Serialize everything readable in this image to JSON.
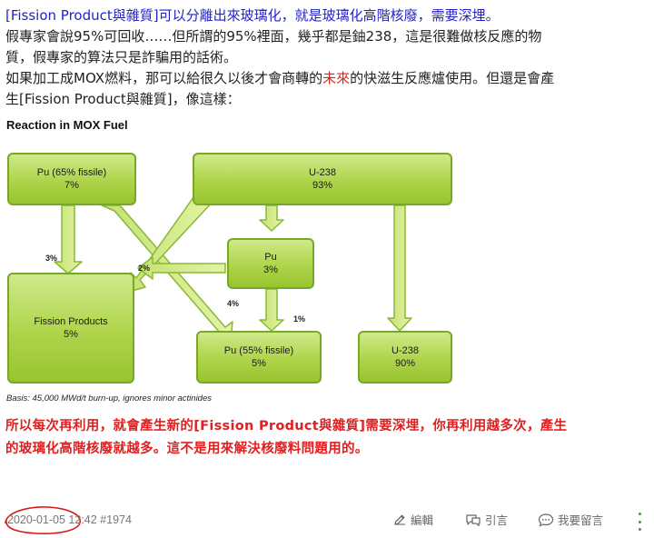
{
  "post": {
    "line1_blue": "[Fission Product與雜質]可以分離出來玻璃化，就是玻璃化高階核廢，需要深埋。",
    "line2": "假專家會說95%可回收……但所謂的95%裡面，幾乎都是鈾238，這是很難做核反應的物",
    "line3": "質，假專家的算法只是詐騙用的話術。",
    "line4_pre": "如果加工成MOX燃料，那可以給很久以後才會商轉的",
    "line4_red": "未來",
    "line4_post": "的快滋生反應爐使用。但還是會產",
    "line5": "生[Fission Product與雜質]，像這樣：",
    "conclusion_line1": "所以每次再利用，就會產生新的[Fission Product與雜質]需要深埋，你再利用越多次，產生",
    "conclusion_line2": "的玻璃化高階核廢就越多。這不是用來解決核廢料問題用的。"
  },
  "figure": {
    "title": "Reaction in MOX Fuel",
    "basis": "Basis: 45,000 MWd/t burn-up, ignores minor actinides",
    "boxes": {
      "pu_fissile_in": {
        "label": "Pu (65% fissile)",
        "value": "7%"
      },
      "u238_in": {
        "label": "U-238",
        "value": "93%"
      },
      "pu_mid": {
        "label": "Pu",
        "value": "3%"
      },
      "fission_products": {
        "label": "Fission Products",
        "value": "5%"
      },
      "pu_fissile_out": {
        "label": "Pu (55% fissile)",
        "value": "5%"
      },
      "u238_out": {
        "label": "U-238",
        "value": "90%"
      }
    },
    "flows": {
      "pu_to_fp": "3%",
      "pu_to_pu55": "2%",
      "u_to_fp": "4%",
      "pu_mid_to_pu55": "1%"
    },
    "colors": {
      "box_fill": "#aed44a",
      "box_border": "#78a828",
      "arrow_fill": "#d8ec8c"
    }
  },
  "footer": {
    "timestamp": "2020-01-05 12:42 #1974",
    "edit_label": "編輯",
    "quote_label": "引言",
    "reply_label": "我要留言",
    "icons": [
      "pencil-icon",
      "quote-icon",
      "comment-icon",
      "more-icon"
    ],
    "accent": "#3aa13a"
  }
}
